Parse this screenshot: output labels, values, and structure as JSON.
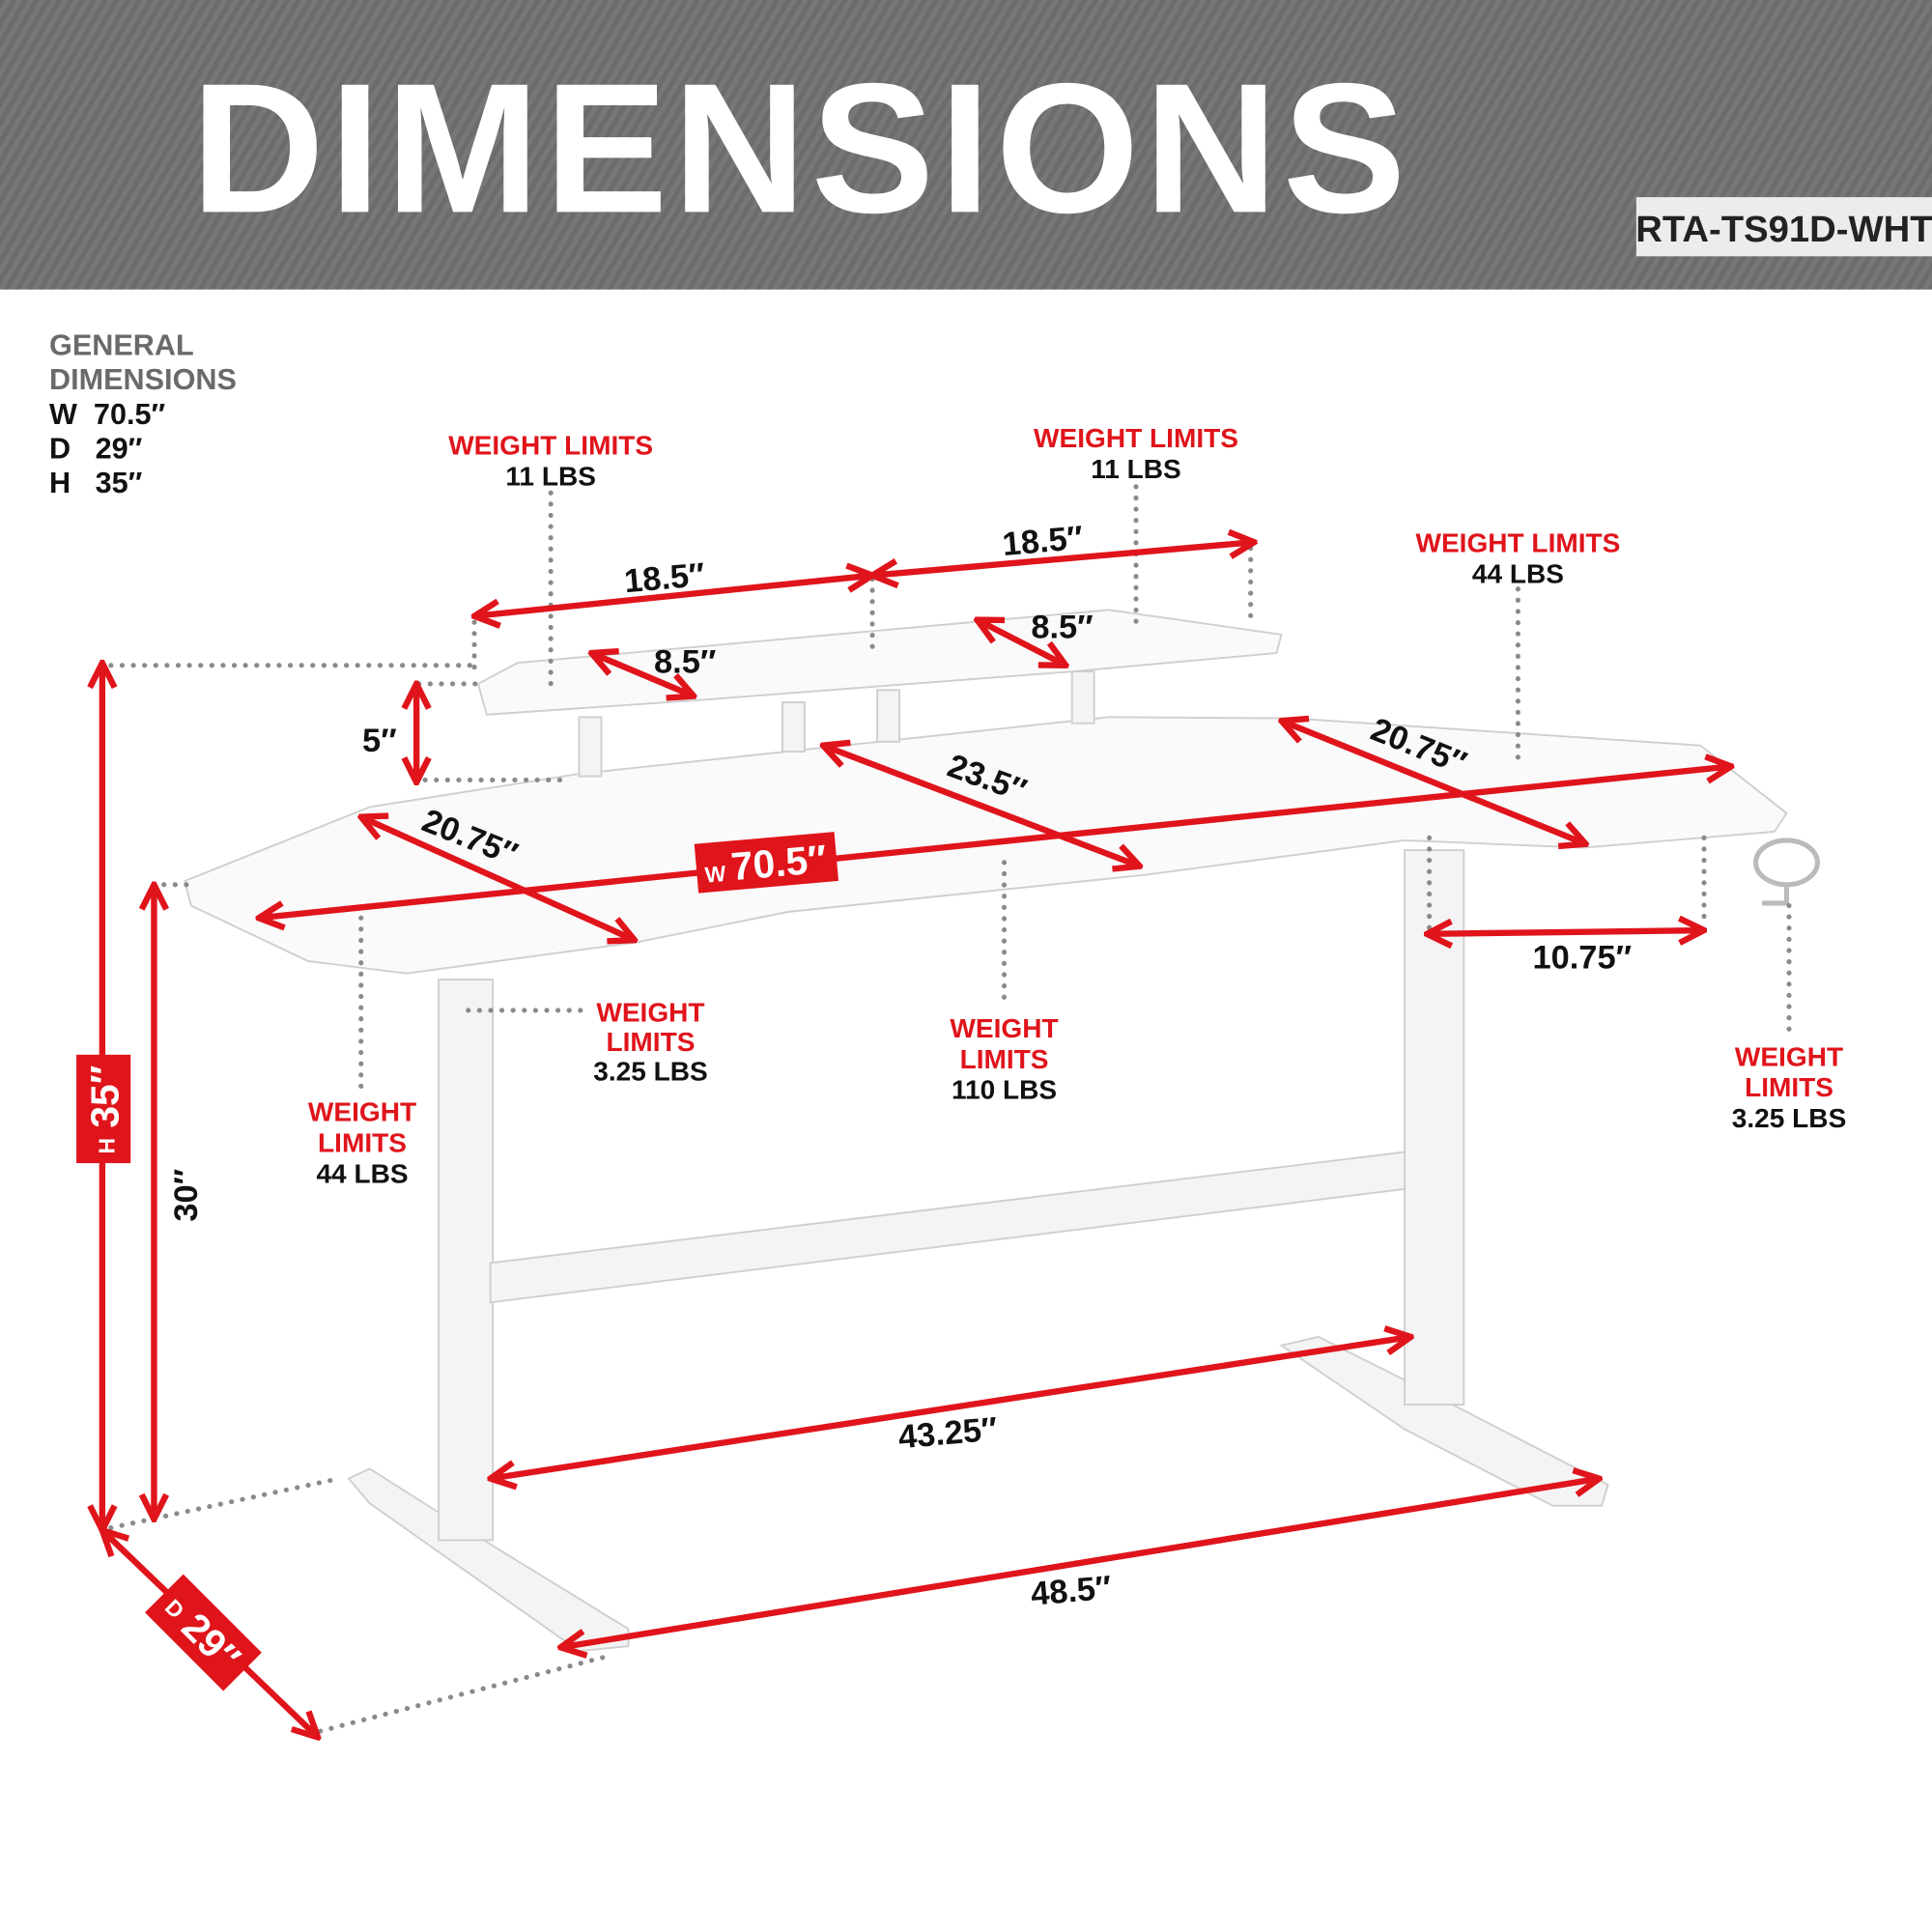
{
  "header": {
    "title": "DIMENSIONS",
    "model": "RTA-TS91D-WHT"
  },
  "general": {
    "heading_line1": "GENERAL",
    "heading_line2": "DIMENSIONS",
    "width": "W  70.5″",
    "depth": "D   29″",
    "height": "H   35″"
  },
  "dimensions": {
    "shelf_left_width": "18.5″",
    "shelf_right_width": "18.5″",
    "shelf_left_depth": "8.5″",
    "shelf_right_depth": "8.5″",
    "shelf_height": "5″",
    "center_depth": "23.5″",
    "left_wing_depth": "20.75″",
    "right_wing_depth": "20.75″",
    "total_width_prefix": "W",
    "total_width": "70.5″",
    "right_extension": "10.75″",
    "total_height_prefix": "H",
    "total_height": "35″",
    "desk_height": "30″",
    "total_depth_prefix": "D",
    "total_depth": "29″",
    "inner_leg_span": "43.25″",
    "outer_foot_span": "48.5″"
  },
  "weight_limits": {
    "shelf_left": {
      "label": "WEIGHT LIMITS",
      "value": "11 LBS"
    },
    "shelf_right": {
      "label": "WEIGHT LIMITS",
      "value": "11 LBS"
    },
    "right_wing": {
      "label": "WEIGHT LIMITS",
      "value": "44 LBS"
    },
    "left_hook": {
      "label1": "WEIGHT",
      "label2": "LIMITS",
      "value": "3.25 LBS"
    },
    "center": {
      "label1": "WEIGHT",
      "label2": "LIMITS",
      "value": "110 LBS"
    },
    "left_wing": {
      "label1": "WEIGHT",
      "label2": "LIMITS",
      "value": "44 LBS"
    },
    "cup_holder": {
      "label1": "WEIGHT",
      "label2": "LIMITS",
      "value": "3.25 LBS"
    }
  },
  "colors": {
    "accent": "#e0141b",
    "header_bg": "#7a7a7a"
  }
}
